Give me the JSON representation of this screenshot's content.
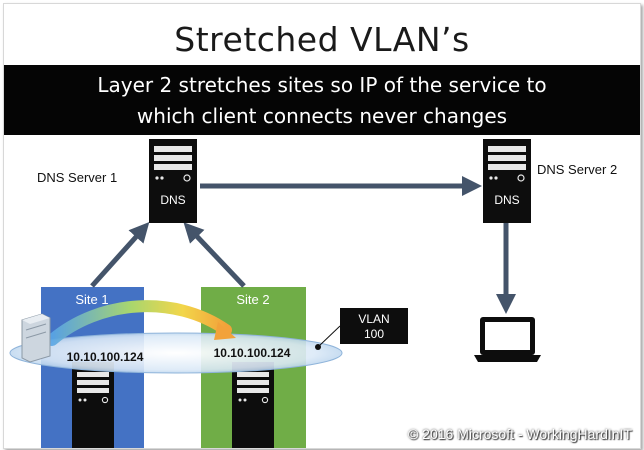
{
  "title": "Stretched VLAN’s",
  "banner": {
    "line1": "Layer 2 stretches sites so IP of the  service to",
    "line2": "which client connects never changes"
  },
  "dns_server_1": {
    "label": "DNS Server 1",
    "badge": "DNS"
  },
  "dns_server_2": {
    "label": "DNS Server 2",
    "badge": "DNS"
  },
  "site_1": {
    "label": "Site 1",
    "ip": "10.10.100.124",
    "color": "#4472c4"
  },
  "site_2": {
    "label": "Site 2",
    "ip": "10.10.100.124",
    "color": "#70ad47"
  },
  "vlan": {
    "line1": "VLAN",
    "line2": "100"
  },
  "colors": {
    "arrow": "#44546a",
    "banner_bg": "#050505",
    "server_body": "#0d0d0d"
  },
  "copyright": "© 2016 Microsoft - WorkingHardInIT"
}
